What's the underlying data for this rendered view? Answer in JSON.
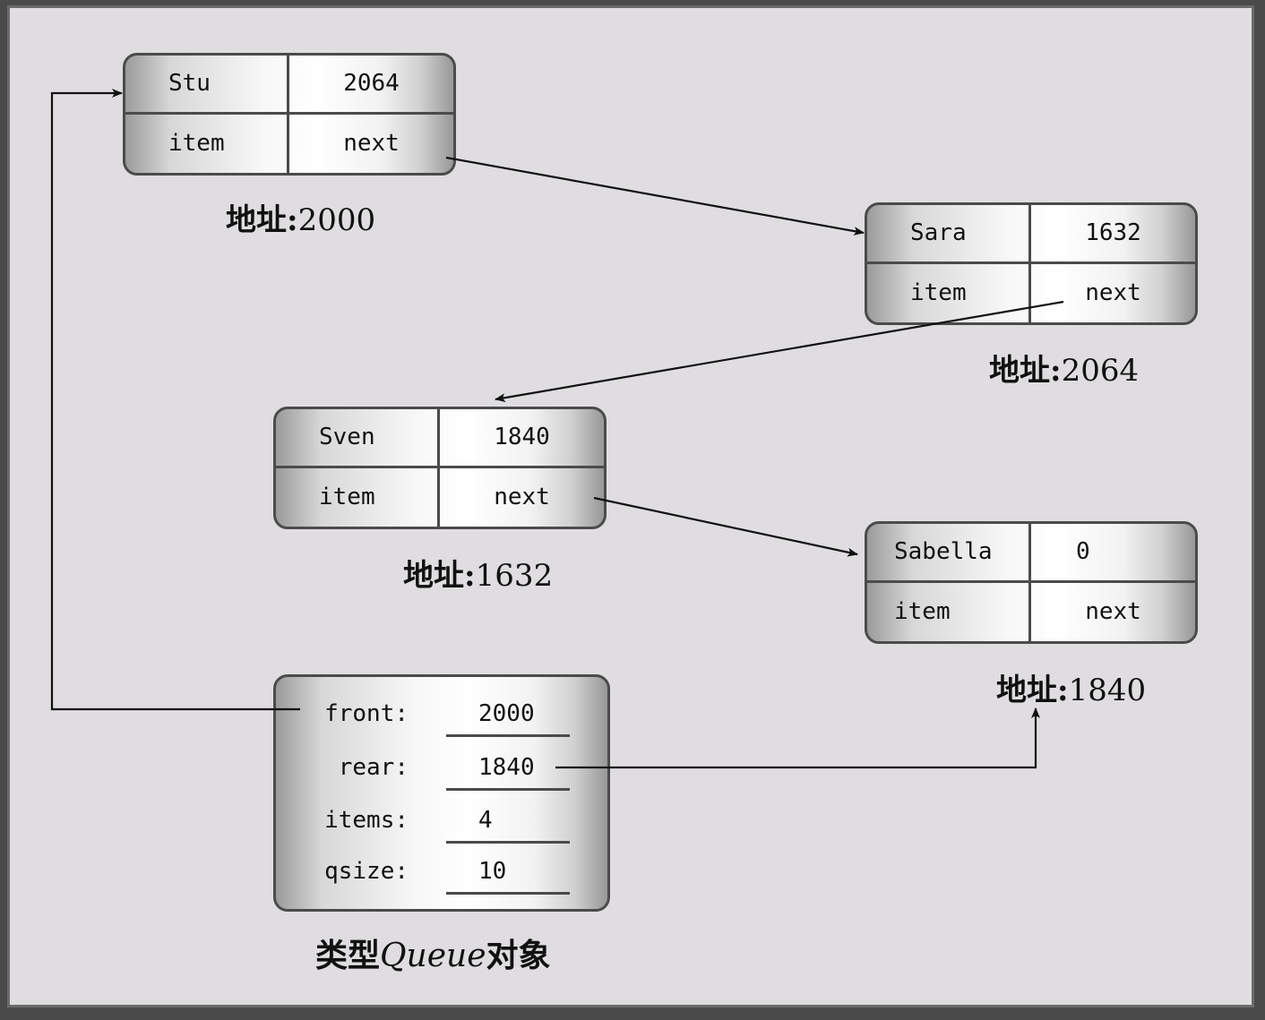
{
  "nodes": [
    {
      "item": "Stu",
      "next": "2064",
      "item_label": "item",
      "next_label": "next",
      "addr_label": "地址:",
      "addr": "2000"
    },
    {
      "item": "Sara",
      "next": "1632",
      "item_label": "item",
      "next_label": "next",
      "addr_label": "地址:",
      "addr": "2064"
    },
    {
      "item": "Sven",
      "next": "1840",
      "item_label": "item",
      "next_label": "next",
      "addr_label": "地址:",
      "addr": "1632"
    },
    {
      "item": "Sabella",
      "next": "0",
      "item_label": "item",
      "next_label": "next",
      "addr_label": "地址:",
      "addr": "1840"
    }
  ],
  "queue": {
    "fields": [
      {
        "label": "front:",
        "value": "2000"
      },
      {
        "label": "rear:",
        "value": "1840"
      },
      {
        "label": "items:",
        "value": "4"
      },
      {
        "label": "qsize:",
        "value": "10"
      }
    ],
    "caption_prefix": "类型",
    "caption_type": "Queue",
    "caption_suffix": "对象"
  },
  "colors": {
    "line": "#111111",
    "background": "#dfdde0",
    "border": "#4b4b4b"
  }
}
